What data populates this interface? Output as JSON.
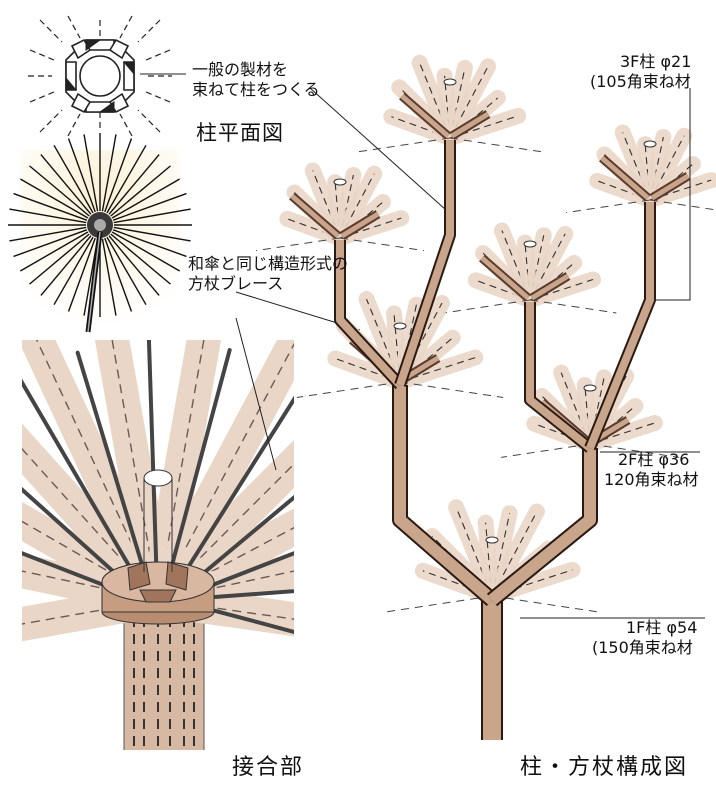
{
  "labels": {
    "note_1_line1": "一般の製材を",
    "note_1_line2": "束ねて柱をつくる",
    "plan_title": "柱平面図",
    "note_2_line1": "和傘と同じ構造形式の",
    "note_2_line2": "方杖ブレース",
    "col_3f_line1": "3F柱 φ21",
    "col_3f_line2": "(105角束ね材",
    "col_2f_line1": "2F柱 φ36",
    "col_2f_line2": "120角束ね材",
    "col_1f_line1": "1F柱 φ54",
    "col_1f_line2": "(150角束ね材",
    "caption_joint": "接合部",
    "caption_structure": "柱・方杖構成図"
  },
  "colors": {
    "wood": "#c9a58c",
    "wood_light": "#ead6c7",
    "wood_dark": "#5a3b2c",
    "line": "#222222",
    "umbrella_glow": "#f4e7c4"
  }
}
